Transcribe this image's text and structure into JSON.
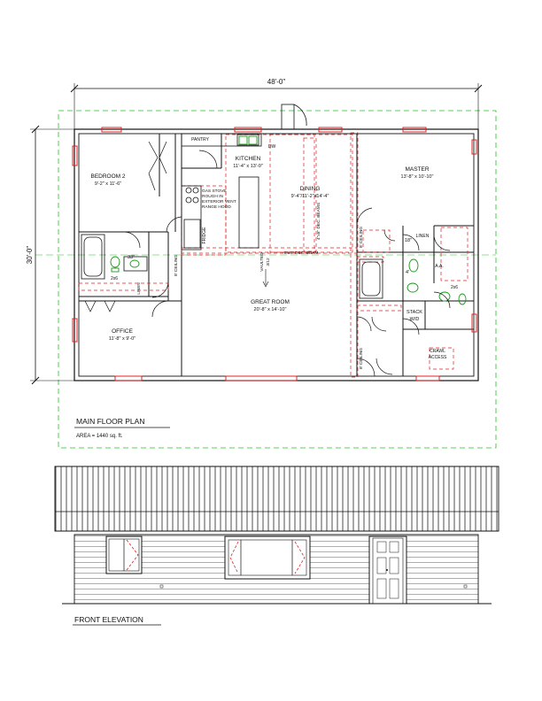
{
  "overall_width": "48'-0\"",
  "overall_depth": "30'-0\"",
  "rooms": {
    "bedroom2": {
      "name": "BEDROOM 2",
      "dims": "9'-2\" x 11'-6\""
    },
    "kitchen": {
      "name": "KITCHEN",
      "dims": "11'-4\" x 13'-0\""
    },
    "dining": {
      "name": "DINING",
      "dims": "9'-4\"/11'-2\"x14'-4\""
    },
    "master": {
      "name": "MASTER",
      "dims": "13'-8\" x 10'-10\""
    },
    "great_room": {
      "name": "GREAT ROOM",
      "dims": "20'-8\" x 14'-10\""
    },
    "office": {
      "name": "OFFICE",
      "dims": "11'-8\" x 9'-0\""
    }
  },
  "labels": {
    "pantry": "PANTRY",
    "dw": "DW",
    "gas_stove": [
      "GAS STOVE",
      "ROUGH IN",
      "EXTERIOR VENT",
      "RANGE HOOD"
    ],
    "fridge": "FRIDGE",
    "dec_beams_v": "4\"x6\" DEC. BEAMS",
    "dec_beam_h": "8\"x8\" DEC. BEAM",
    "vaulted": [
      "VAULTED",
      "3/12"
    ],
    "linen": "LINEN",
    "linen_small": "LINEN",
    "ceiling_8": "8' CEILING",
    "ceiling_8_left": "8' CEILING",
    "ceiling_8_right": "8' CEILING",
    "dim_18": "18\"",
    "dim_4": "4'",
    "dim_33": "33\"",
    "dim_2x6_left": "2x6",
    "dim_2x6_right": "2x6",
    "aa": "A.A.",
    "stack": "STACK",
    "wd": "W/D",
    "crawl": [
      "CRAWL",
      "ACCESS"
    ]
  },
  "plan_title": "MAIN FLOOR PLAN",
  "area_text": "AREA =  1440 sq. ft.",
  "elevation_title": "FRONT  ELEVATION"
}
